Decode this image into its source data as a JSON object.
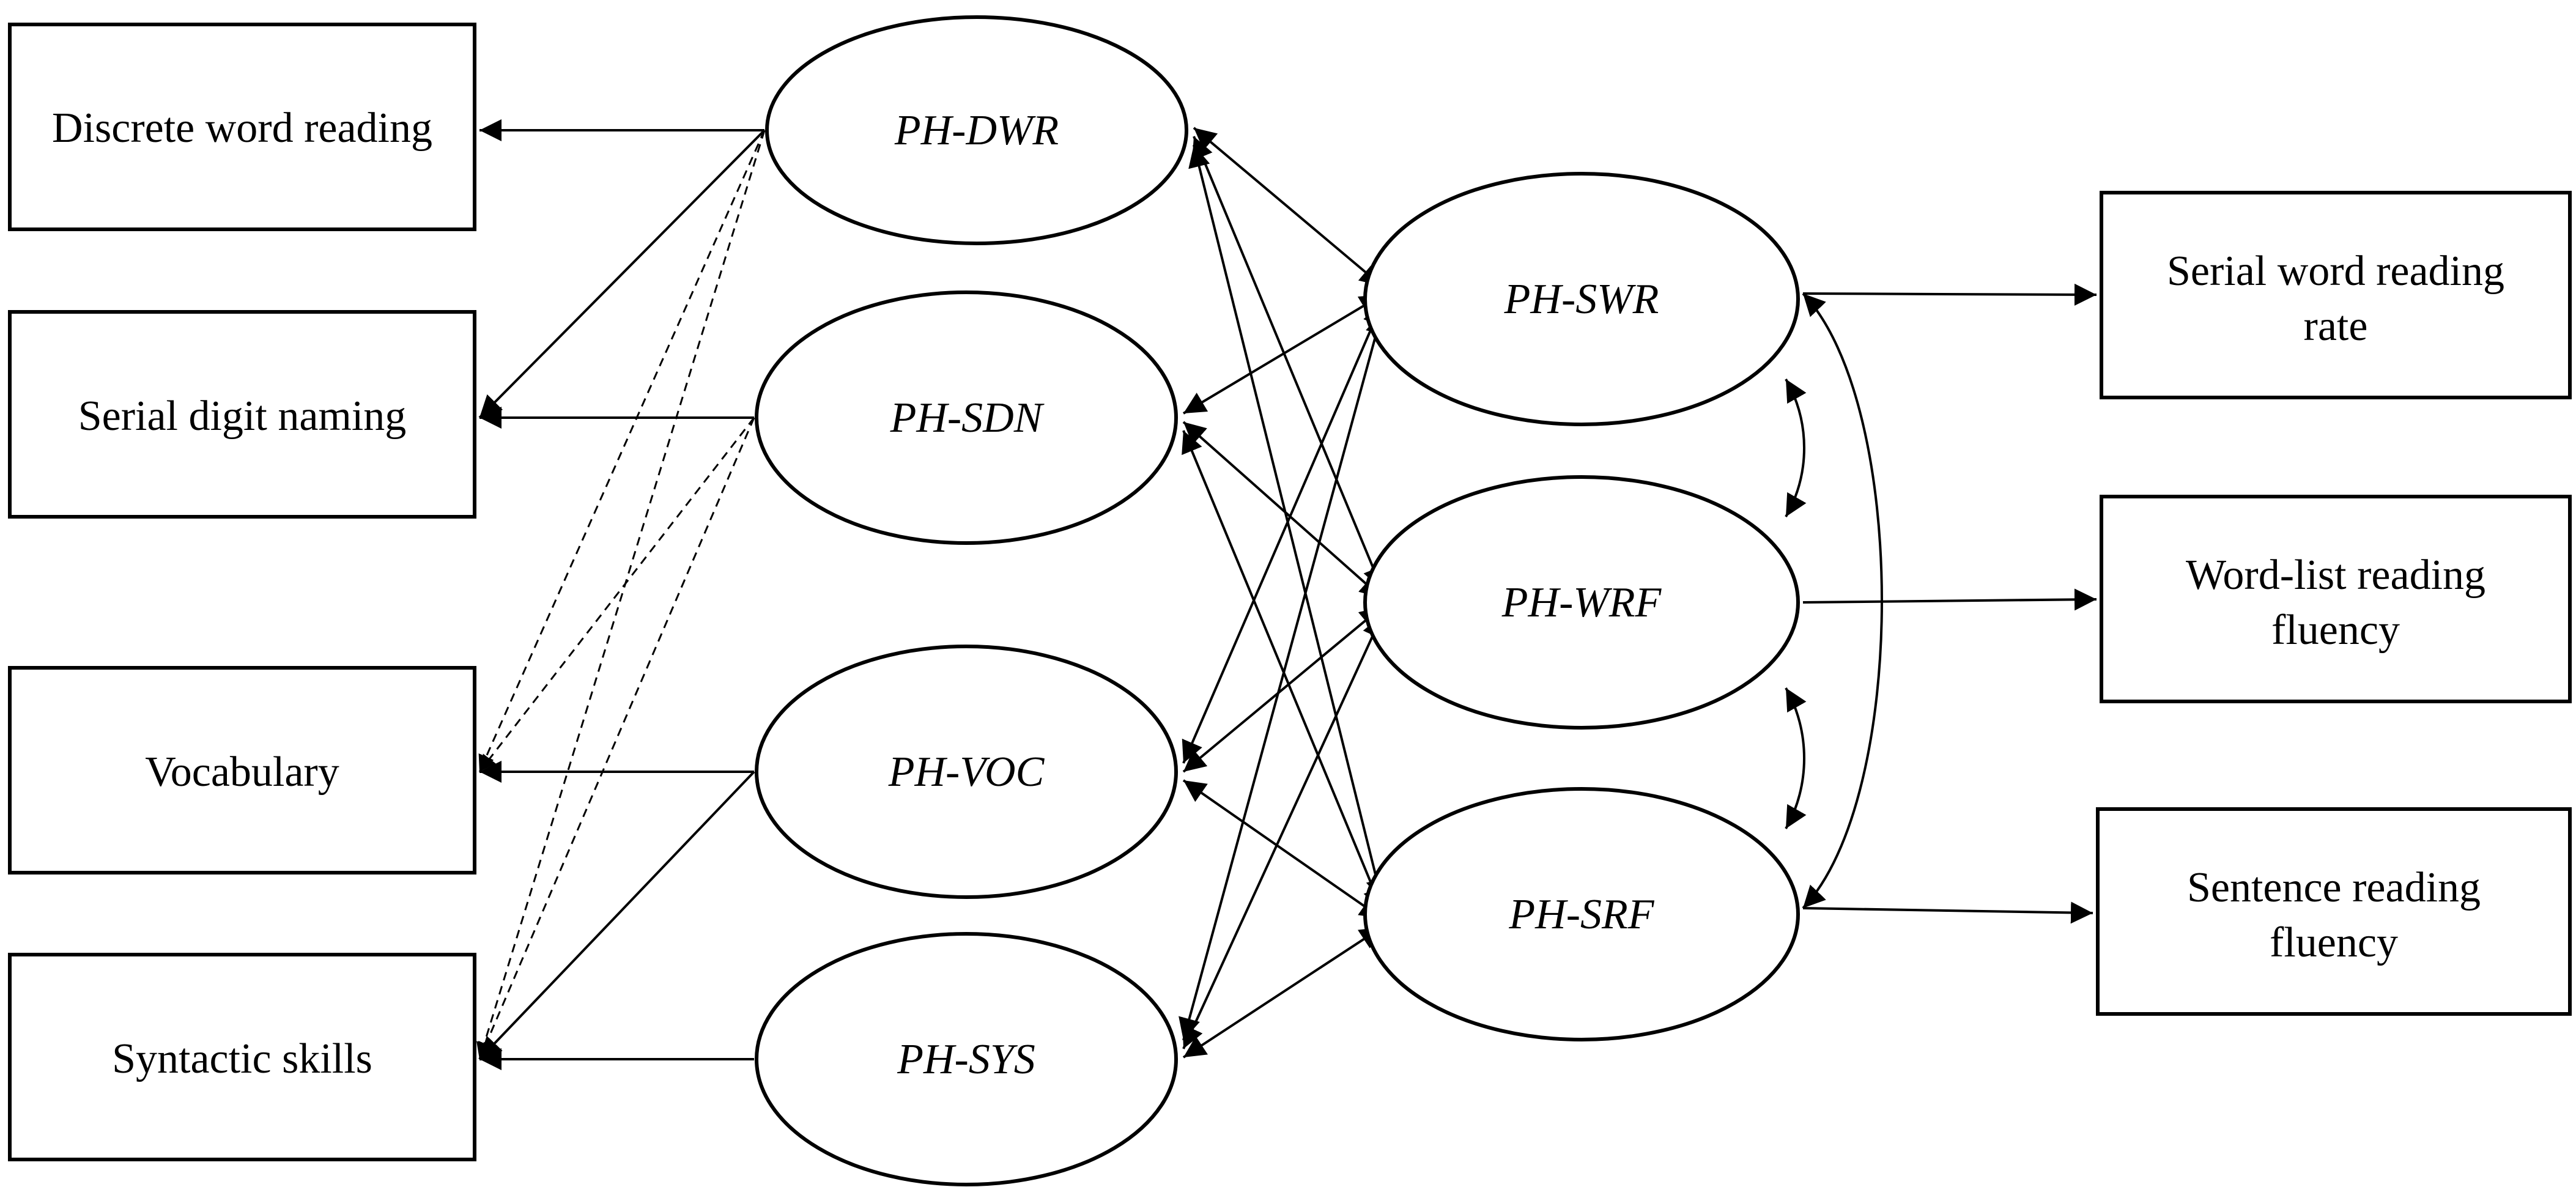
{
  "observed_left": [
    {
      "id": "dwr_obs",
      "lines": [
        "Discrete word reading"
      ]
    },
    {
      "id": "sdn_obs",
      "lines": [
        "Serial digit naming"
      ]
    },
    {
      "id": "voc_obs",
      "lines": [
        "Vocabulary"
      ]
    },
    {
      "id": "sys_obs",
      "lines": [
        "Syntactic skills"
      ]
    }
  ],
  "latent_left": [
    {
      "id": "dwr",
      "label": "PH-DWR"
    },
    {
      "id": "sdn",
      "label": "PH-SDN"
    },
    {
      "id": "voc",
      "label": "PH-VOC"
    },
    {
      "id": "sys",
      "label": "PH-SYS"
    }
  ],
  "latent_right": [
    {
      "id": "swr",
      "label": "PH-SWR"
    },
    {
      "id": "wrf",
      "label": "PH-WRF"
    },
    {
      "id": "srf",
      "label": "PH-SRF"
    }
  ],
  "observed_right": [
    {
      "id": "swr_obs",
      "lines": [
        "Serial word reading",
        "rate"
      ]
    },
    {
      "id": "wrf_obs",
      "lines": [
        "Word-list reading",
        "fluency"
      ]
    },
    {
      "id": "srf_obs",
      "lines": [
        "Sentence reading",
        "fluency"
      ]
    }
  ],
  "edges": [
    {
      "from": "dwr",
      "to": "dwr_obs",
      "style": "solid",
      "arrow": "end"
    },
    {
      "from": "dwr",
      "to": "sdn_obs",
      "style": "solid",
      "arrow": "end"
    },
    {
      "from": "dwr",
      "to": "voc_obs",
      "style": "dashed",
      "arrow": "end"
    },
    {
      "from": "dwr",
      "to": "sys_obs",
      "style": "dashed",
      "arrow": "end"
    },
    {
      "from": "sdn",
      "to": "sdn_obs",
      "style": "solid",
      "arrow": "end"
    },
    {
      "from": "sdn",
      "to": "voc_obs",
      "style": "dashed",
      "arrow": "end"
    },
    {
      "from": "sdn",
      "to": "sys_obs",
      "style": "dashed",
      "arrow": "end"
    },
    {
      "from": "voc",
      "to": "voc_obs",
      "style": "solid",
      "arrow": "end"
    },
    {
      "from": "voc",
      "to": "sys_obs",
      "style": "solid",
      "arrow": "end"
    },
    {
      "from": "sys",
      "to": "sys_obs",
      "style": "solid",
      "arrow": "end"
    },
    {
      "from": "dwr",
      "to": "swr",
      "style": "solid",
      "arrow": "both"
    },
    {
      "from": "dwr",
      "to": "wrf",
      "style": "solid",
      "arrow": "both"
    },
    {
      "from": "dwr",
      "to": "srf",
      "style": "solid",
      "arrow": "both"
    },
    {
      "from": "sdn",
      "to": "swr",
      "style": "solid",
      "arrow": "both"
    },
    {
      "from": "sdn",
      "to": "wrf",
      "style": "solid",
      "arrow": "both"
    },
    {
      "from": "sdn",
      "to": "srf",
      "style": "solid",
      "arrow": "both"
    },
    {
      "from": "voc",
      "to": "swr",
      "style": "solid",
      "arrow": "both"
    },
    {
      "from": "voc",
      "to": "wrf",
      "style": "solid",
      "arrow": "both"
    },
    {
      "from": "voc",
      "to": "srf",
      "style": "solid",
      "arrow": "both"
    },
    {
      "from": "sys",
      "to": "swr",
      "style": "solid",
      "arrow": "both"
    },
    {
      "from": "sys",
      "to": "wrf",
      "style": "solid",
      "arrow": "both"
    },
    {
      "from": "sys",
      "to": "srf",
      "style": "solid",
      "arrow": "both"
    },
    {
      "from": "swr",
      "to": "swr_obs",
      "style": "solid",
      "arrow": "end"
    },
    {
      "from": "wrf",
      "to": "wrf_obs",
      "style": "solid",
      "arrow": "end"
    },
    {
      "from": "srf",
      "to": "srf_obs",
      "style": "solid",
      "arrow": "end"
    },
    {
      "from": "swr",
      "to": "wrf",
      "style": "curved",
      "arrow": "both"
    },
    {
      "from": "wrf",
      "to": "srf",
      "style": "curved",
      "arrow": "both"
    },
    {
      "from": "swr",
      "to": "srf",
      "style": "curved",
      "arrow": "both"
    }
  ]
}
